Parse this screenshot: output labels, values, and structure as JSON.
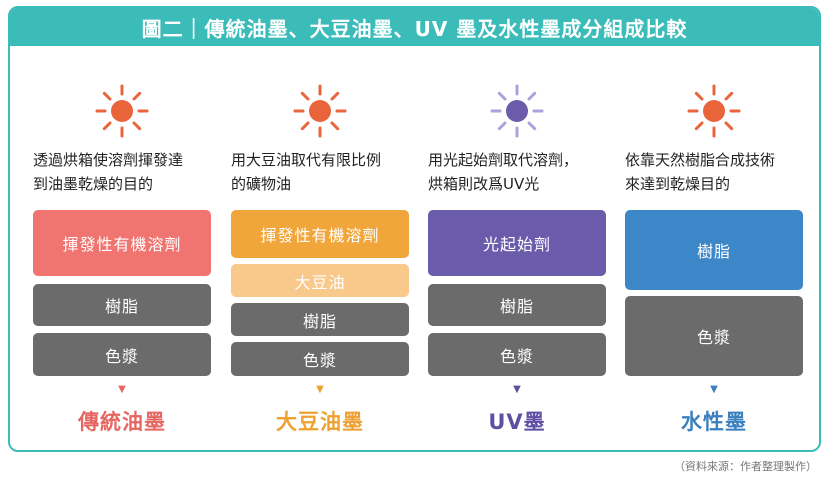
{
  "title": "圖二｜傳統油墨、大豆油墨、UV 墨及水性墨成分組成比較",
  "source": "（資料來源：作者整理製作）",
  "colors": {
    "teal": "#3bbcb8",
    "sun_orange": "#e9633b",
    "sun_purple": "#8d86cc",
    "salmon": "#f07470",
    "orange": "#f1a63b",
    "light_orange": "#f8c98a",
    "purple": "#6a5bab",
    "blue": "#3b87c8",
    "gray": "#6b6b6b"
  },
  "columns": [
    {
      "sun_icon": "sun-icon",
      "description_lines": [
        "透過烘箱使溶劑揮發達",
        "到油墨乾燥的目的"
      ],
      "layers": [
        "揮發性有機溶劑",
        "樹脂",
        "色漿"
      ],
      "ink_name": "傳統油墨",
      "accent": "#e66662"
    },
    {
      "sun_icon": "sun-icon",
      "description_lines": [
        "用大豆油取代有限比例",
        "的礦物油"
      ],
      "layers": [
        "揮發性有機溶劑",
        "大豆油",
        "樹脂",
        "色漿"
      ],
      "ink_name": "大豆油墨",
      "accent": "#eea131"
    },
    {
      "sun_icon": "sun-icon",
      "description_lines": [
        "用光起始劑取代溶劑，",
        "烘箱則改爲UV光"
      ],
      "layers": [
        "光起始劑",
        "樹脂",
        "色漿"
      ],
      "ink_name": "UV墨",
      "accent": "#5f4fa3"
    },
    {
      "sun_icon": "sun-icon",
      "description_lines": [
        "依靠天然樹脂合成技術",
        "來達到乾燥目的"
      ],
      "layers": [
        "樹脂",
        "色漿"
      ],
      "ink_name": "水性墨",
      "accent": "#3a80bf"
    }
  ]
}
